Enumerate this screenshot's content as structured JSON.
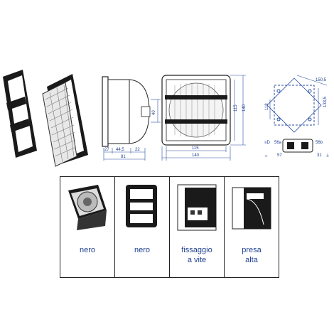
{
  "dimensions": {
    "side_depth_a": "27",
    "side_depth_b": "44,5",
    "side_depth_c": "22",
    "side_total": "81",
    "side_height": "40",
    "front_width_inner": "115",
    "front_width_outer": "140",
    "front_height_inner": "115",
    "front_height_outer": "140",
    "rear_diag": "150,5",
    "rear_height": "133,5",
    "rear_side": "118",
    "conn_56a": "56a",
    "conn_56b": "56b",
    "conn_57": "57",
    "conn_31": "31"
  },
  "panels": [
    {
      "caption": "nero",
      "icon": "lamp-body-icon"
    },
    {
      "caption": "nero",
      "icon": "grille-frame-icon"
    },
    {
      "caption": "fissaggio\na vite",
      "icon": "screw-mount-icon"
    },
    {
      "caption": "presa\nalta",
      "icon": "high-socket-icon"
    }
  ],
  "colors": {
    "accent": "#1f3f8f",
    "line": "#222222"
  }
}
